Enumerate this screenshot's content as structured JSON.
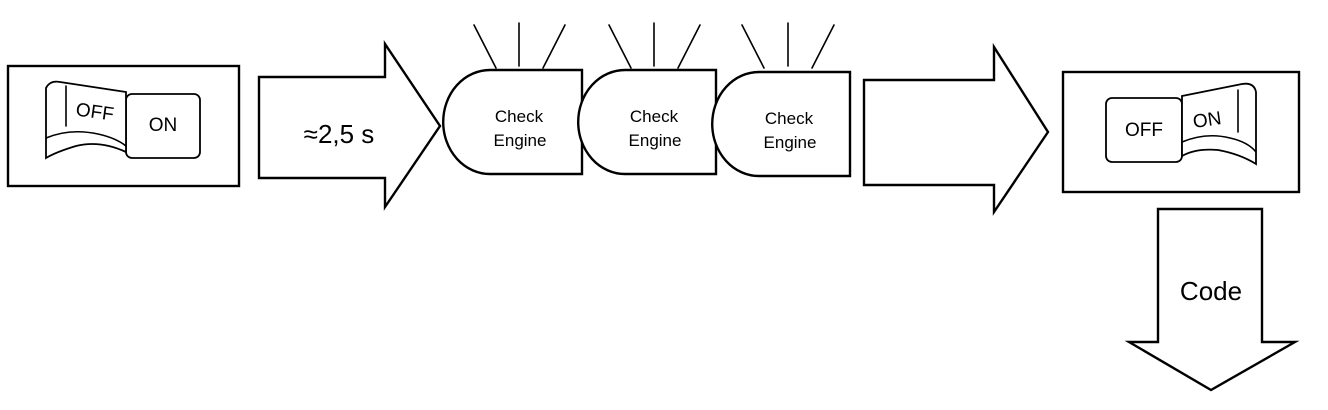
{
  "switch_off_state": {
    "off_label": "OFF",
    "on_label": "ON",
    "pressed": "OFF"
  },
  "delay_arrow": {
    "label": "≈2,5 s"
  },
  "lamps": [
    {
      "line1": "Check",
      "line2": "Engine"
    },
    {
      "line1": "Check",
      "line2": "Engine"
    },
    {
      "line1": "Check",
      "line2": "Engine"
    }
  ],
  "switch_on_state": {
    "off_label": "OFF",
    "on_label": "ON",
    "pressed": "ON"
  },
  "code_arrow": {
    "label": "Code"
  },
  "colors": {
    "ink": "#000000",
    "paper": "#ffffff"
  }
}
